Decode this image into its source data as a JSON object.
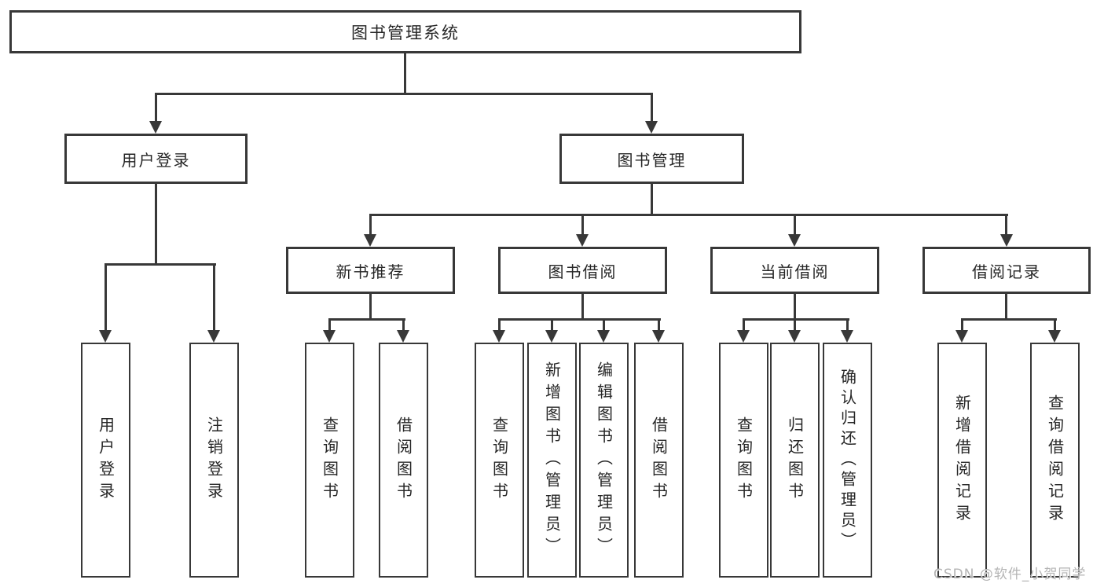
{
  "diagram": {
    "title_node": "图书管理系统",
    "root": {
      "label": "图书管理系统"
    },
    "level2": [
      {
        "label": "用户登录"
      },
      {
        "label": "图书管理"
      }
    ],
    "level3": [
      {
        "label": "新书推荐",
        "parent": "图书管理"
      },
      {
        "label": "图书借阅",
        "parent": "图书管理"
      },
      {
        "label": "当前借阅",
        "parent": "图书管理"
      },
      {
        "label": "借阅记录",
        "parent": "图书管理"
      }
    ],
    "leaves": [
      {
        "label": "用户登录",
        "parent": "用户登录"
      },
      {
        "label": "注销登录",
        "parent": "用户登录"
      },
      {
        "label": "查询图书",
        "parent": "新书推荐"
      },
      {
        "label": "借阅图书",
        "parent": "新书推荐"
      },
      {
        "label": "查询图书",
        "parent": "图书借阅"
      },
      {
        "label": "新增图书（管理员）",
        "parent": "图书借阅"
      },
      {
        "label": "编辑图书（管理员）",
        "parent": "图书借阅"
      },
      {
        "label": "借阅图书",
        "parent": "图书借阅"
      },
      {
        "label": "查询图书",
        "parent": "当前借阅"
      },
      {
        "label": "归还图书",
        "parent": "当前借阅"
      },
      {
        "label": "确认归还（管理员）",
        "parent": "当前借阅"
      },
      {
        "label": "新增借阅记录",
        "parent": "借阅记录"
      },
      {
        "label": "查询借阅记录",
        "parent": "借阅记录"
      }
    ]
  },
  "watermark": {
    "text": "CSDN @软件_小贺同学"
  },
  "colors": {
    "line": "#383838",
    "text": "#262626",
    "background": "#ffffff",
    "watermark": "#b4b4b4"
  }
}
